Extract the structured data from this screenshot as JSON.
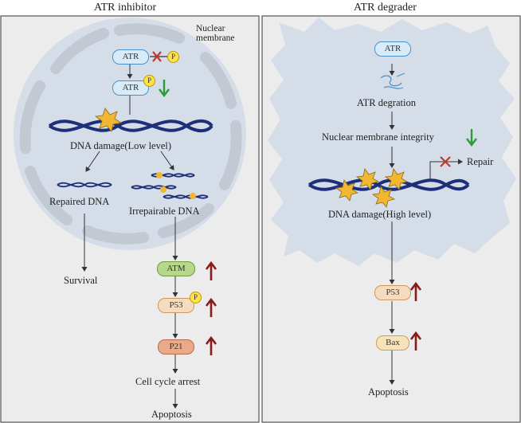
{
  "left_panel": {
    "title": "ATR inhibitor",
    "nuclear_membrane": [
      "Nuclear",
      "membrane"
    ],
    "atr": "ATR",
    "p_badge": "P",
    "dna_damage": "DNA damage(Low level)",
    "repaired": "Repaired DNA",
    "irreparable": "Irrepairable DNA",
    "survival": "Survival",
    "atm": "ATM",
    "p53": "P53",
    "p21": "P21",
    "cell_cycle": "Cell cycle arrest",
    "apoptosis": "Apoptosis"
  },
  "right_panel": {
    "title": "ATR degrader",
    "atr": "ATR",
    "degradation": "ATR degration",
    "integrity": "Nuclear membrane integrity",
    "repair": "Repair",
    "dna_damage": "DNA damage(High level)",
    "p53": "P53",
    "bax": "Bax",
    "apoptosis": "Apoptosis"
  },
  "colors": {
    "up_arrow": "#8b1a1a",
    "down_arrow": "#2e9a3a",
    "inhibit_x": "#c0392b",
    "dna": "#1c2f78",
    "nucleus": "#d5dde9",
    "membrane": "#c3c9d2",
    "panel_bg": "#ececec"
  }
}
